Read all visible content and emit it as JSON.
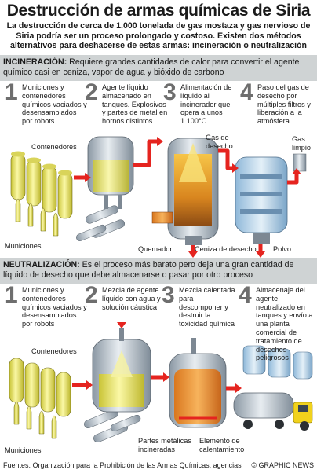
{
  "title": "Destrucción de armas químicas de Siria",
  "intro": "La destrucción de cerca de 1.000 tonelada de gas mostaza y gas nervioso de Siria podría ser un proceso prolongado y costoso. Existen dos métodos alternativos para deshacerse de estas armas: incineración o neutralización",
  "incineration": {
    "heading": "INCINERACIÓN:",
    "text": "Requiere grandes cantidades de calor para convertir el agente químico casi en ceniza, vapor de agua y bióxido de carbono",
    "steps": [
      {
        "num": "1",
        "text": "Municiones y contenedores químicos vaciados y desensamblados por robots"
      },
      {
        "num": "2",
        "text": "Agente líquido almacenado en tanques. Explosivos y partes de metal en hornos distintos"
      },
      {
        "num": "3",
        "text": "Alimentación de líquido al incinerador que opera a unos 1.100°C"
      },
      {
        "num": "4",
        "text": "Paso del gas de desecho por múltiples filtros y liberación a la atmósfera"
      }
    ],
    "labels": {
      "containers": "Contenedores",
      "munitions": "Municiones",
      "waste_gas": "Gas de desecho",
      "clean_gas": "Gas limpio",
      "burner": "Quemador",
      "waste_ash": "Ceniza de desecho",
      "dust": "Polvo"
    }
  },
  "neutralization": {
    "heading": "NEUTRALIZACIÓN:",
    "text": "Es el proceso más barato pero deja una gran cantidad de líquido de desecho que debe almacenarse o pasar por otro proceso",
    "steps": [
      {
        "num": "1",
        "text": "Municiones y contenedores químicos vaciados y desensamblados por robots"
      },
      {
        "num": "2",
        "text": "Mezcla de agente líquido con agua y solución cáustica"
      },
      {
        "num": "3",
        "text": "Mezcla calentada para descomponer y destruir la toxicidad química"
      },
      {
        "num": "4",
        "text": "Almacenaje del agente neutralizado en tanques y envío a una planta comercial de tratamiento de desechos peligrosos"
      }
    ],
    "labels": {
      "containers": "Contenedores",
      "munitions": "Municiones",
      "metal_parts": "Partes metálicas incineradas",
      "heating_element": "Elemento de calentamiento"
    }
  },
  "footer": {
    "source": "Fuentes: Organización para la Prohibición de las Armas Químicas, agencias",
    "credit": "© GRAPHIC NEWS"
  },
  "colors": {
    "accent_red": "#e5241f",
    "band": "#cfd3d4",
    "yellow": "#f3ef6a",
    "steel": "#b9c3cc"
  }
}
